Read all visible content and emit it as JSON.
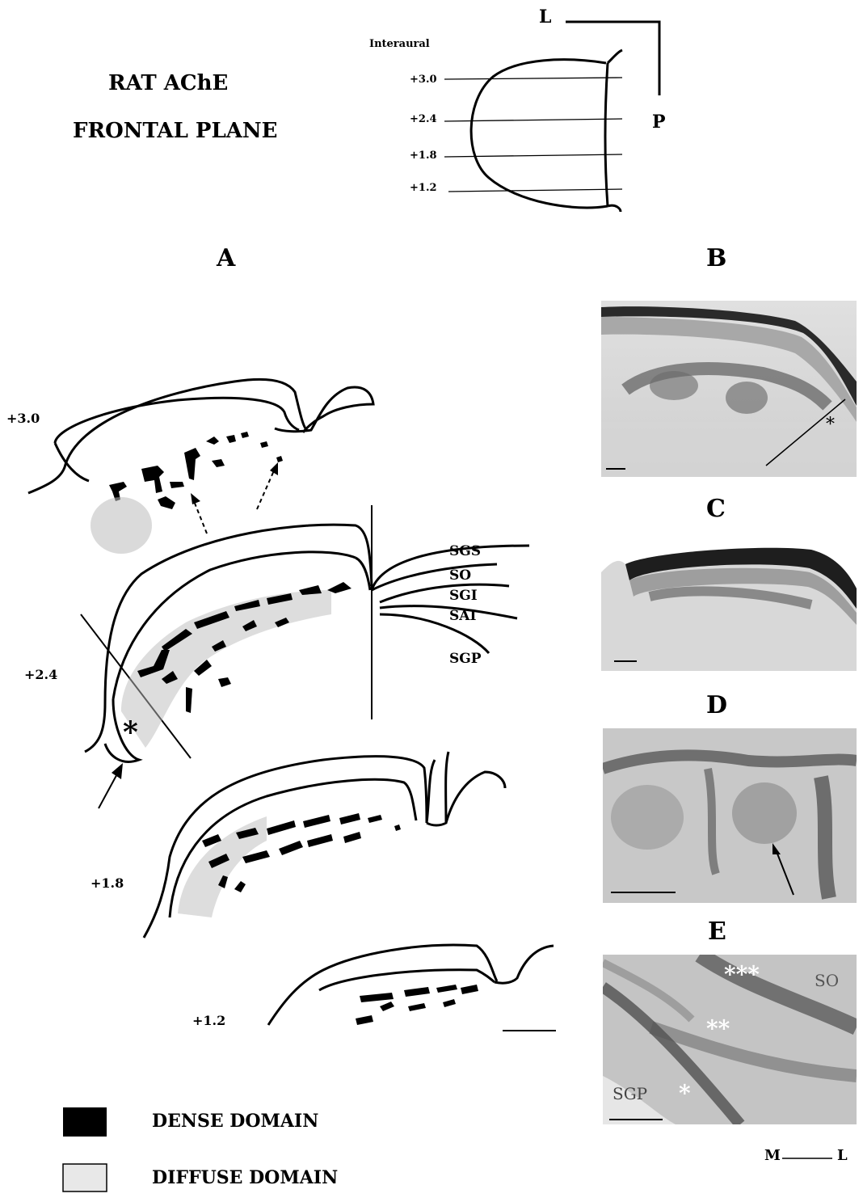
{
  "header": {
    "title_line1": "RAT AChE",
    "title_line2": "FRONTAL PLANE"
  },
  "orientation_diagram": {
    "label_interaural": "Interaural",
    "levels": [
      "+3.0",
      "+2.4",
      "+1.8",
      "+1.2"
    ],
    "axis_lateral": "L",
    "axis_posterior": "P"
  },
  "panel_labels": {
    "A": "A",
    "B": "B",
    "C": "C",
    "D": "D",
    "E": "E"
  },
  "drawings": {
    "section_levels": [
      "+3.0",
      "+2.4",
      "+1.8",
      "+1.2"
    ],
    "layers": [
      "SGS",
      "SO",
      "SGI",
      "SAI",
      "SGP"
    ],
    "asterisk": "*"
  },
  "photo_E": {
    "label_SO": "SO",
    "label_SGP": "SGP",
    "stars_three": "***",
    "stars_two": "**",
    "stars_one": "*"
  },
  "photo_B": {
    "asterisk": "*"
  },
  "legend": {
    "dense": "DENSE DOMAIN",
    "diffuse": "DIFFUSE DOMAIN"
  },
  "axis_bottom": {
    "medial": "M",
    "lateral": "L"
  }
}
